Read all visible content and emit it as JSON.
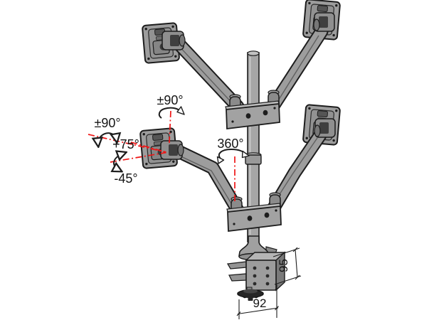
{
  "diagram": {
    "type": "technical-diagram",
    "subject": "quad-monitor gas-spring desk mount with motion ranges and clamp dimensions",
    "labels": {
      "monitor_swivel": "±90°",
      "monitor_rotation": "±90°",
      "tilt_up": "+75°",
      "tilt_down": "-45°",
      "pole_rotation": "360°",
      "clamp_height_mm": "95",
      "clamp_depth_mm": "92"
    },
    "colors": {
      "background": "#ffffff",
      "annotation_red": "#ef1515",
      "outline": "#1d1d1d",
      "metal_gray": "#9d9d9d",
      "metal_dark": "#7a7a7a"
    }
  }
}
